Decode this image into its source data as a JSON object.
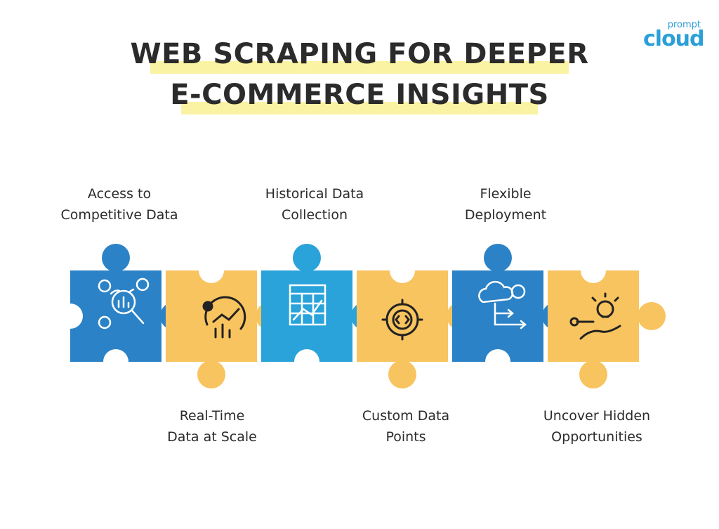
{
  "title": {
    "line1": "WEB SCRAPING FOR DEEPER",
    "line2": "E-COMMERCE INSIGHTS"
  },
  "logo": {
    "small": "prompt",
    "big": "cloud"
  },
  "steps": [
    {
      "line1": "Access to",
      "line2": "Competitive Data",
      "icon": "analytics-magnifier-icon",
      "color": "#2b82c6"
    },
    {
      "line1": "Real-Time",
      "line2": "Data at Scale",
      "icon": "realtime-chart-icon",
      "color": "#f8c45f"
    },
    {
      "line1": "Historical Data",
      "line2": "Collection",
      "icon": "spreadsheet-chart-icon",
      "color": "#29a3da"
    },
    {
      "line1": "Custom Data",
      "line2": "Points",
      "icon": "code-gear-icon",
      "color": "#f8c45f"
    },
    {
      "line1": "Flexible",
      "line2": "Deployment",
      "icon": "cloud-deploy-icon",
      "color": "#2b82c6"
    },
    {
      "line1": "Uncover Hidden",
      "line2": "Opportunities",
      "icon": "idea-hand-icon",
      "color": "#f8c45f"
    }
  ]
}
